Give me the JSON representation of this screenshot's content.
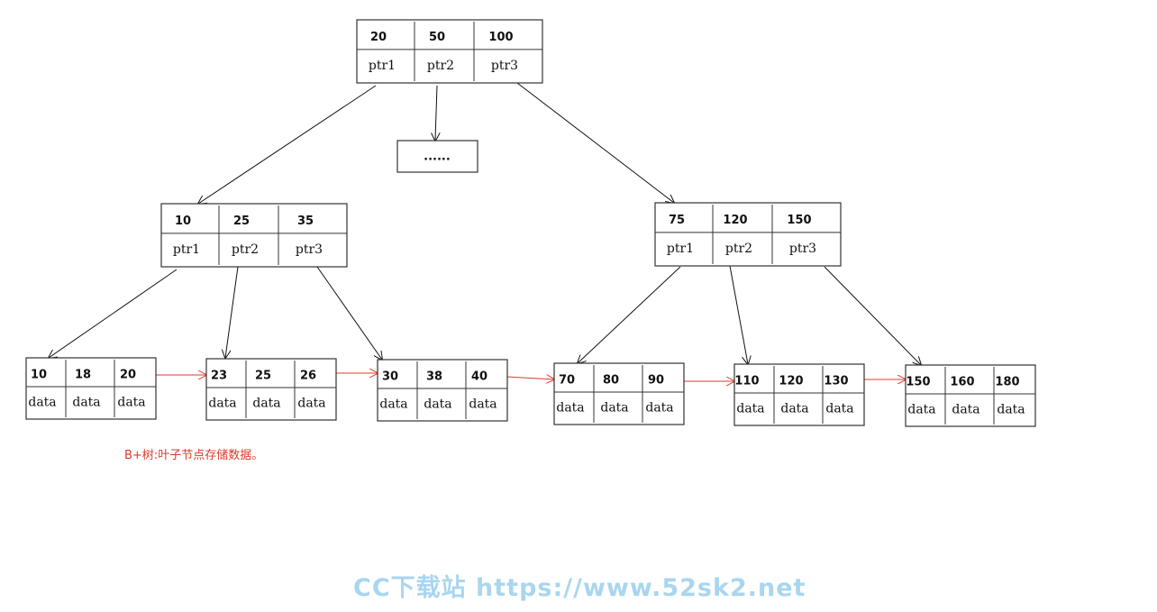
{
  "root": {
    "keys": [
      "20",
      "50",
      "100"
    ],
    "ptrs": [
      "ptr1",
      "ptr2",
      "ptr3"
    ]
  },
  "ellipsis": "......",
  "internal": [
    {
      "keys": [
        "10",
        "25",
        "35"
      ],
      "ptrs": [
        "ptr1",
        "ptr2",
        "ptr3"
      ]
    },
    {
      "keys": [
        "75",
        "120",
        "150"
      ],
      "ptrs": [
        "ptr1",
        "ptr2",
        "ptr3"
      ]
    }
  ],
  "leaves": [
    {
      "keys": [
        "10",
        "18",
        "20"
      ],
      "vals": [
        "data",
        "data",
        "data"
      ]
    },
    {
      "keys": [
        "23",
        "25",
        "26"
      ],
      "vals": [
        "data",
        "data",
        "data"
      ]
    },
    {
      "keys": [
        "30",
        "38",
        "40"
      ],
      "vals": [
        "data",
        "data",
        "data"
      ]
    },
    {
      "keys": [
        "70",
        "80",
        "90"
      ],
      "vals": [
        "data",
        "data",
        "data"
      ]
    },
    {
      "keys": [
        "110",
        "120",
        "130"
      ],
      "vals": [
        "data",
        "data",
        "data"
      ]
    },
    {
      "keys": [
        "150",
        "160",
        "180"
      ],
      "vals": [
        "data",
        "data",
        "data"
      ]
    }
  ],
  "caption": "B+树:叶子节点存储数据。",
  "watermark": "CC下载站  https://www.52sk2.net",
  "colors": {
    "node_stroke": "#333333",
    "leaf_link": "#e0392b",
    "caption": "#e0392b",
    "watermark": "#a9d6ef"
  }
}
